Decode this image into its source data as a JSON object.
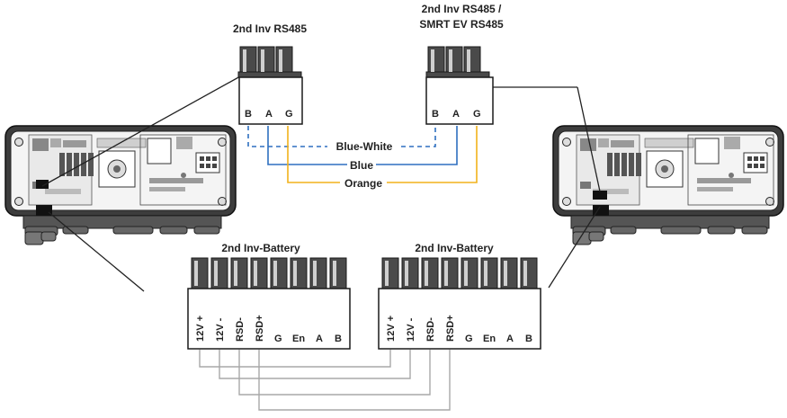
{
  "connectors": {
    "inv_rs485_left": {
      "title": "2nd Inv RS485",
      "pins": [
        "B",
        "A",
        "G"
      ]
    },
    "inv_rs485_right": {
      "title_line1": "2nd Inv RS485 /",
      "title_line2": "SMRT EV RS485",
      "pins": [
        "B",
        "A",
        "G"
      ]
    },
    "battery_left": {
      "title": "2nd Inv-Battery",
      "pins": [
        "12V +",
        "12V -",
        "RSD-",
        "RSD+",
        "G",
        "En",
        "A",
        "B"
      ]
    },
    "battery_right": {
      "title": "2nd Inv-Battery",
      "pins": [
        "12V +",
        "12V -",
        "RSD-",
        "RSD+",
        "G",
        "En",
        "A",
        "B"
      ]
    }
  },
  "wires": [
    {
      "label": "Blue-White",
      "color": "#2e6fc0",
      "style": "dashed"
    },
    {
      "label": "Blue",
      "color": "#2e6fc0",
      "style": "solid"
    },
    {
      "label": "Orange",
      "color": "#f2b21c",
      "style": "solid"
    }
  ],
  "colors": {
    "outline": "#222222",
    "wire_gray": "#a8a8a8",
    "device_body": "#444444"
  }
}
